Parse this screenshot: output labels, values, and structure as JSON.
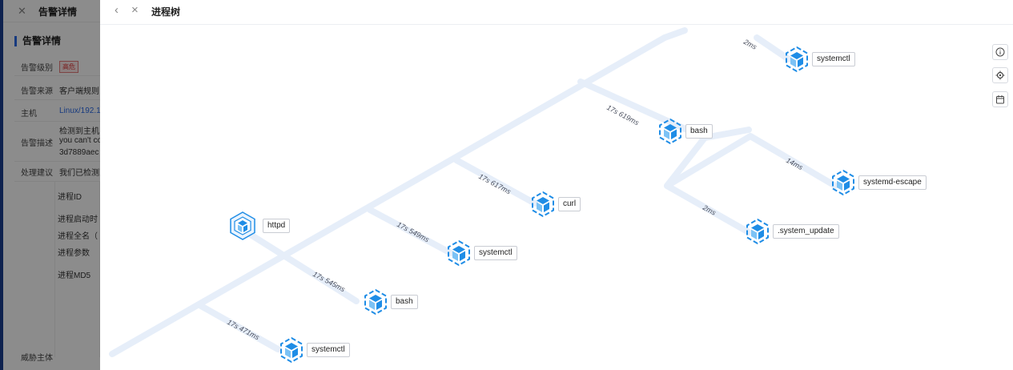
{
  "background_page": {
    "header_title": "告警详情",
    "section_title": "告警详情",
    "fields": [
      {
        "key": "告警级别",
        "value": "高危"
      },
      {
        "key": "告警来源",
        "value": "客户端规则"
      },
      {
        "key": "主机",
        "value": "Linux/192.1"
      },
      {
        "key": "告警描述",
        "value": "检测到主机..."
      },
      {
        "key": "",
        "value": "you can't co"
      },
      {
        "key": "",
        "value": "3d7889aec"
      },
      {
        "key": "处理建议",
        "value": "我们已检测到"
      }
    ],
    "sub_fields": [
      "进程ID",
      "进程启动时",
      "进程全名（",
      "进程参数",
      "进程MD5"
    ],
    "threat_subject": "威胁主体"
  },
  "drawer": {
    "title": "进程树",
    "back_label": "‹",
    "close_label": "×"
  },
  "process_tree": {
    "nodes": [
      {
        "id": "httpd",
        "label": "httpd",
        "root": true
      },
      {
        "id": "systemctl_top",
        "label": "systemctl"
      },
      {
        "id": "bash_upper",
        "label": "bash"
      },
      {
        "id": "systemd_escape",
        "label": "systemd-escape"
      },
      {
        "id": "curl",
        "label": "curl"
      },
      {
        "id": "system_update",
        "label": ".system_update"
      },
      {
        "id": "systemctl_mid",
        "label": "systemctl"
      },
      {
        "id": "bash_lower",
        "label": "bash"
      },
      {
        "id": "systemctl_bottom",
        "label": "systemctl"
      }
    ],
    "edges": [
      {
        "to": "systemctl_top",
        "label": "2ms"
      },
      {
        "to": "bash_upper",
        "label": "17s 619ms"
      },
      {
        "to": "systemd_escape",
        "label": "14ms"
      },
      {
        "to": "system_update",
        "label": "2ms"
      },
      {
        "to": "curl",
        "label": "17s 617ms"
      },
      {
        "to": "systemctl_mid",
        "label": "17s 549ms"
      },
      {
        "to": "bash_lower",
        "label": "17s 545ms"
      },
      {
        "to": "systemctl_bottom",
        "label": "17s 471ms"
      }
    ]
  },
  "toolbar": [
    {
      "name": "info-icon",
      "glyph": "ⓘ"
    },
    {
      "name": "locate-icon",
      "glyph": "◎"
    },
    {
      "name": "calendar-icon",
      "glyph": "▣"
    }
  ],
  "colors": {
    "edge": "#e6eef9",
    "icon_primary": "#1f8de6",
    "icon_light": "#7cc2f5",
    "tag_danger": "#d33",
    "accent": "#2b6be8"
  }
}
